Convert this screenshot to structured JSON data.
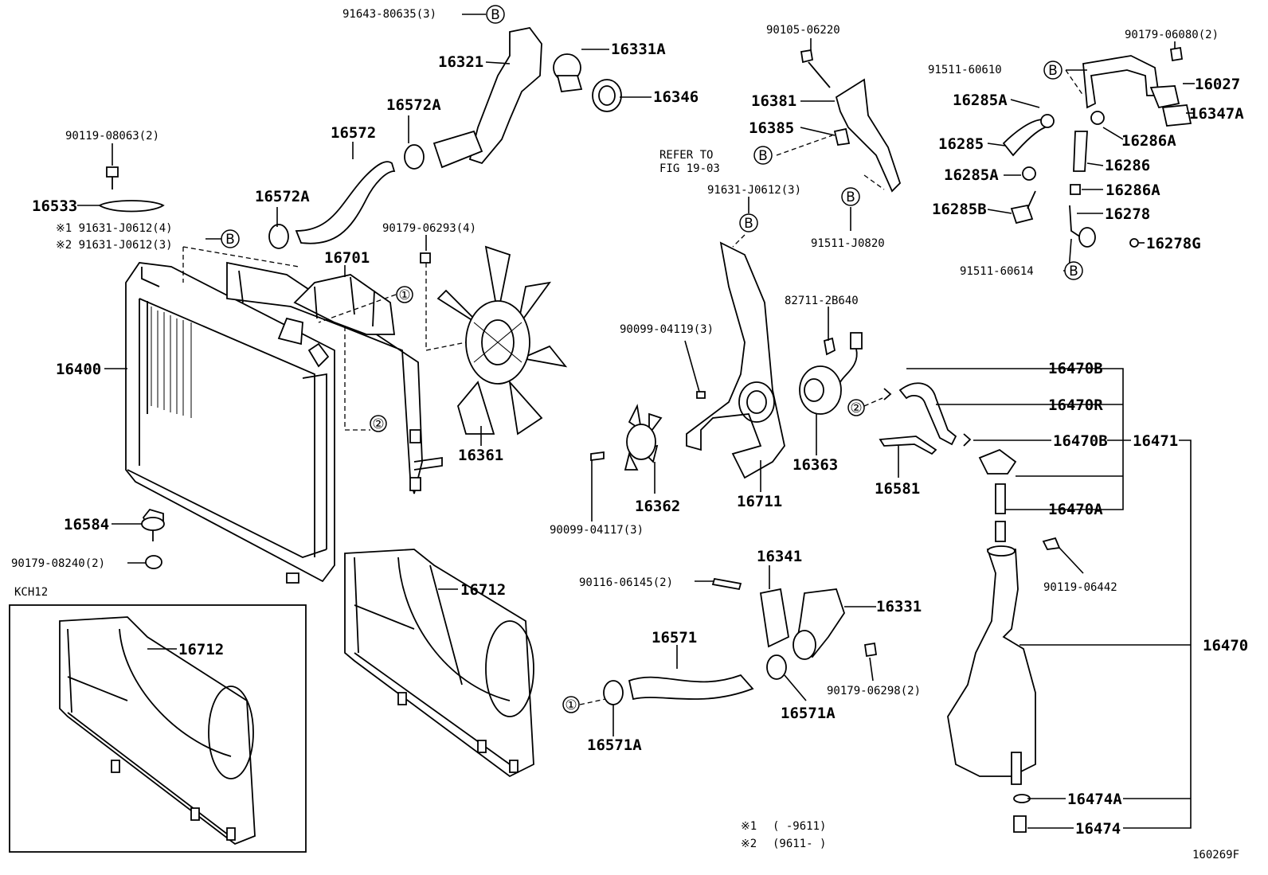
{
  "diagram_id": "160269F",
  "inset_label": "KCH12",
  "markers": {
    "b": "B",
    "one": "①",
    "two": "②"
  },
  "refer_note": [
    "REFER TO",
    "FIG 19-03"
  ],
  "footnotes": [
    {
      "mark": "※1",
      "text": "(      -9611)"
    },
    {
      "mark": "※2",
      "text": "(9611-      )"
    }
  ],
  "labels": {
    "p91643": "91643-80635(3)",
    "p16331A": "16331A",
    "p16321": "16321",
    "p16346": "16346",
    "p16572A_top": "16572A",
    "p16572": "16572",
    "p90119_08063": "90119-08063(2)",
    "p16572A_mid": "16572A",
    "p16533": "16533",
    "p91631_1": "※1 91631-J0612(4)",
    "p91631_2": "※2 91631-J0612(3)",
    "p90179_06293": "90179-06293(4)",
    "p16701": "16701",
    "p16400": "16400",
    "p16361": "16361",
    "p16584": "16584",
    "p90179_08240": "90179-08240(2)",
    "p16712_main": "16712",
    "p16712_inset": "16712",
    "p90105": "90105-06220",
    "p16381": "16381",
    "p16385": "16385",
    "p91631_fig": "91631-J0612(3)",
    "p91511_J0820": "91511-J0820",
    "p82711": "82711-2B640",
    "p90099_04119": "90099-04119(3)",
    "p16363": "16363",
    "p16711": "16711",
    "p16362": "16362",
    "p90099_04117": "90099-04117(3)",
    "p16341": "16341",
    "p90116": "90116-06145(2)",
    "p16331": "16331",
    "p16571": "16571",
    "p16571A_right": "16571A",
    "p16571A_left": "16571A",
    "p90179_06298": "90179-06298(2)",
    "p90179_06080": "90179-06080(2)",
    "p91511_60610": "91511-60610",
    "p16027": "16027",
    "p16285A_top": "16285A",
    "p16347A": "16347A",
    "p16286A_top": "16286A",
    "p16285": "16285",
    "p16286": "16286",
    "p16285A_mid": "16285A",
    "p16286A_mid": "16286A",
    "p16285B": "16285B",
    "p16278": "16278",
    "p16278G": "16278G",
    "p91511_60614": "91511-60614",
    "p16470B_top": "16470B",
    "p16470R": "16470R",
    "p16470B_mid": "16470B",
    "p16471": "16471",
    "p16581": "16581",
    "p16470A": "16470A",
    "p90119_06442": "90119-06442",
    "p16470": "16470",
    "p16474A": "16474A",
    "p16474": "16474"
  }
}
